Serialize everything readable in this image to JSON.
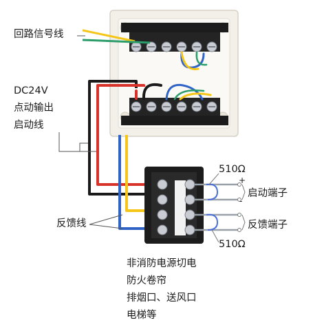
{
  "labels": {
    "loop_signal": "回路信号线",
    "dc24v": "DC24V",
    "pulse_output": "点动输出",
    "start_line": "启动线",
    "feedback_line": "反馈线",
    "resistor_top": "510Ω",
    "resistor_bottom": "510Ω",
    "plus": "+",
    "minus": "-",
    "start_terminal": "启动端子",
    "feedback_terminal": "反馈端子",
    "devices": [
      "非消防电源切电",
      "防火卷帘",
      "排烟口、送风口",
      "电梯等"
    ]
  },
  "colors": {
    "yellow_wire": "#f5c518",
    "green_wire": "#2a9d6a",
    "red_wire": "#d9322a",
    "black_wire": "#1a1a1a",
    "blue_wire": "#2f63c6",
    "box": "#f3f0ea",
    "terminal_block": "#1c1c1c",
    "screw": "#c9ccd3"
  }
}
